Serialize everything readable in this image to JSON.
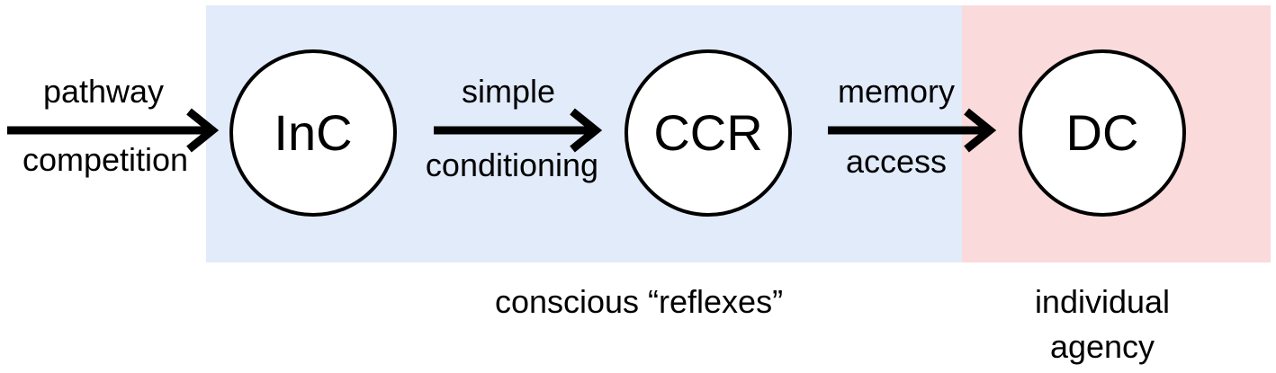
{
  "colors": {
    "conscious_reflex_region": "#e2ebfa",
    "individual_agency_region": "#fadadb",
    "ink": "#000000",
    "node_fill": "#ffffff"
  },
  "nodes": {
    "inc": "InC",
    "ccr": "CCR",
    "dc": "DC"
  },
  "edges": {
    "input": {
      "top": "pathway",
      "bottom": "competition"
    },
    "inc_to_ccr": {
      "top": "simple",
      "bottom": "conditioning"
    },
    "ccr_to_dc": {
      "top": "memory",
      "bottom": "access"
    }
  },
  "regions": {
    "conscious_reflexes": "conscious “reflexes”",
    "individual_agency_line1": "individual",
    "individual_agency_line2": "agency"
  }
}
